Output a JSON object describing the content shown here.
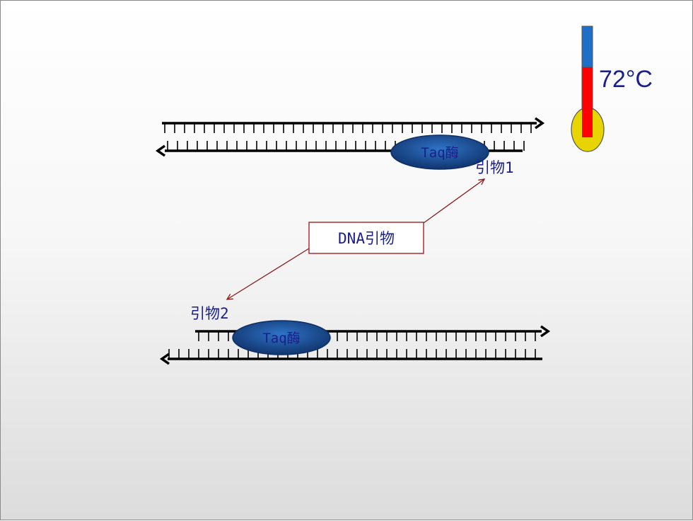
{
  "labels": {
    "enzyme_top": "Taq酶",
    "enzyme_bottom": "Taq酶",
    "primer1": "引物1",
    "primer2": "引物2",
    "callout": "DNA引物",
    "temperature": "72°C"
  },
  "colors": {
    "strand": "#000000",
    "enzyme_fill": "#1f5aa8",
    "enzyme_dark": "#0e2f66",
    "label_text": "#1a1f8a",
    "callout_border": "#a83232",
    "arrow": "#8b1a1a",
    "thermo_blue": "#1f6fc6",
    "thermo_red": "#ff0000",
    "thermo_bulb": "#e8d400"
  }
}
